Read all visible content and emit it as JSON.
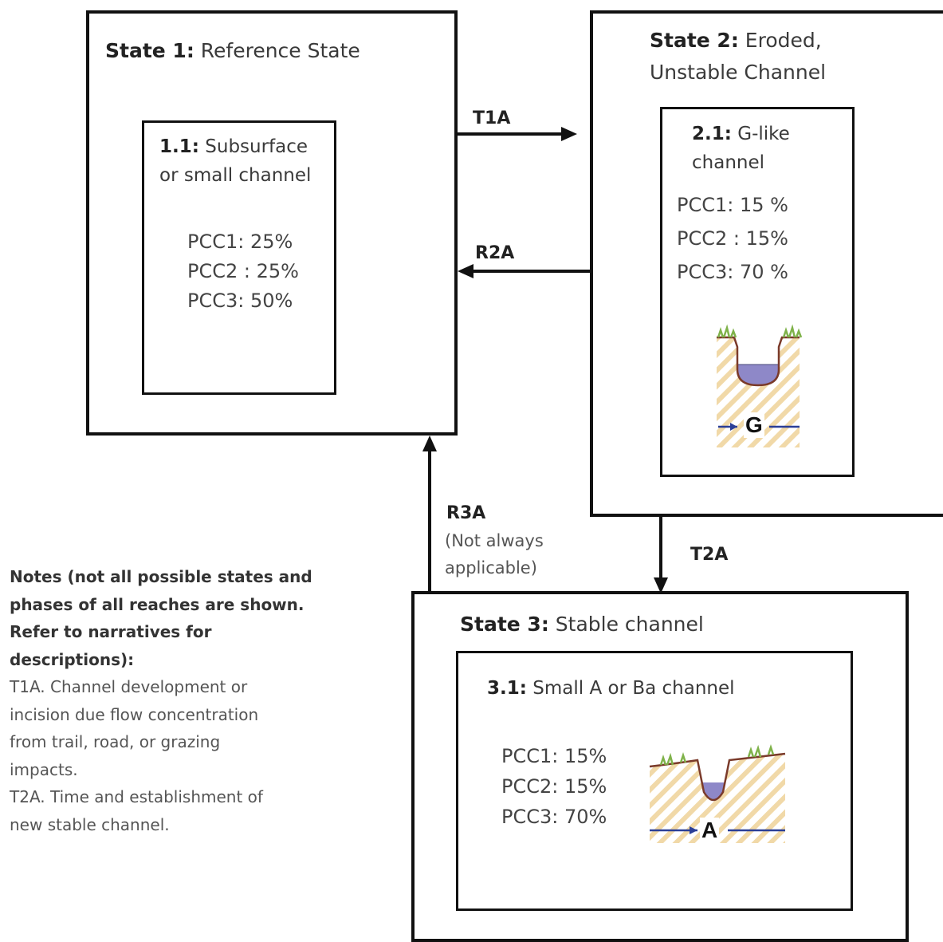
{
  "state1": {
    "title_bold": "State 1:",
    "title_rest": " Reference State",
    "phase": {
      "line1_bold": "1.1:",
      "line1_rest": " Subsurface",
      "line2": "or small channel",
      "pcc": [
        "PCC1: 25%",
        "PCC2 : 25%",
        "PCC3: 50%"
      ]
    }
  },
  "state2": {
    "title_bold": "State 2:",
    "title_rest": " Eroded,",
    "title_line2": "Unstable Channel",
    "phase": {
      "line1_bold": "2.1:",
      "line1_rest": " G-like",
      "line2": "channel",
      "pcc": [
        "PCC1: 15 %",
        "PCC2 : 15%",
        "PCC3: 70 %"
      ],
      "figure_label": "G"
    }
  },
  "state3": {
    "title_bold": "State 3:",
    "title_rest": " Stable channel",
    "phase": {
      "line1_bold": "3.1:",
      "line1_rest": "  Small A or Ba channel",
      "pcc": [
        "PCC1: 15%",
        "PCC2: 15%",
        "PCC3: 70%"
      ],
      "figure_label": "A"
    }
  },
  "transitions": {
    "t1a": "T1A",
    "r2a": "R2A",
    "t2a": "T2A",
    "r3a": "R3A",
    "r3a_note_1": "(Not always",
    "r3a_note_2": "applicable)"
  },
  "notes": {
    "heading": [
      "Notes (not all possible states and",
      "phases of all  reaches are shown.",
      "Refer to narratives for",
      "descriptions):"
    ],
    "lines": [
      "T1A. Channel development or",
      "incision due  flow concentration",
      "from trail, road, or grazing",
      "impacts.",
      "T2A. Time and establishment of",
      "new stable channel."
    ]
  },
  "colors": {
    "line": "#111111",
    "water": "#8e88c8",
    "hatch": "#f1d9a8",
    "grass": "#7fb24a",
    "flow_arrow": "#2b3f97"
  }
}
